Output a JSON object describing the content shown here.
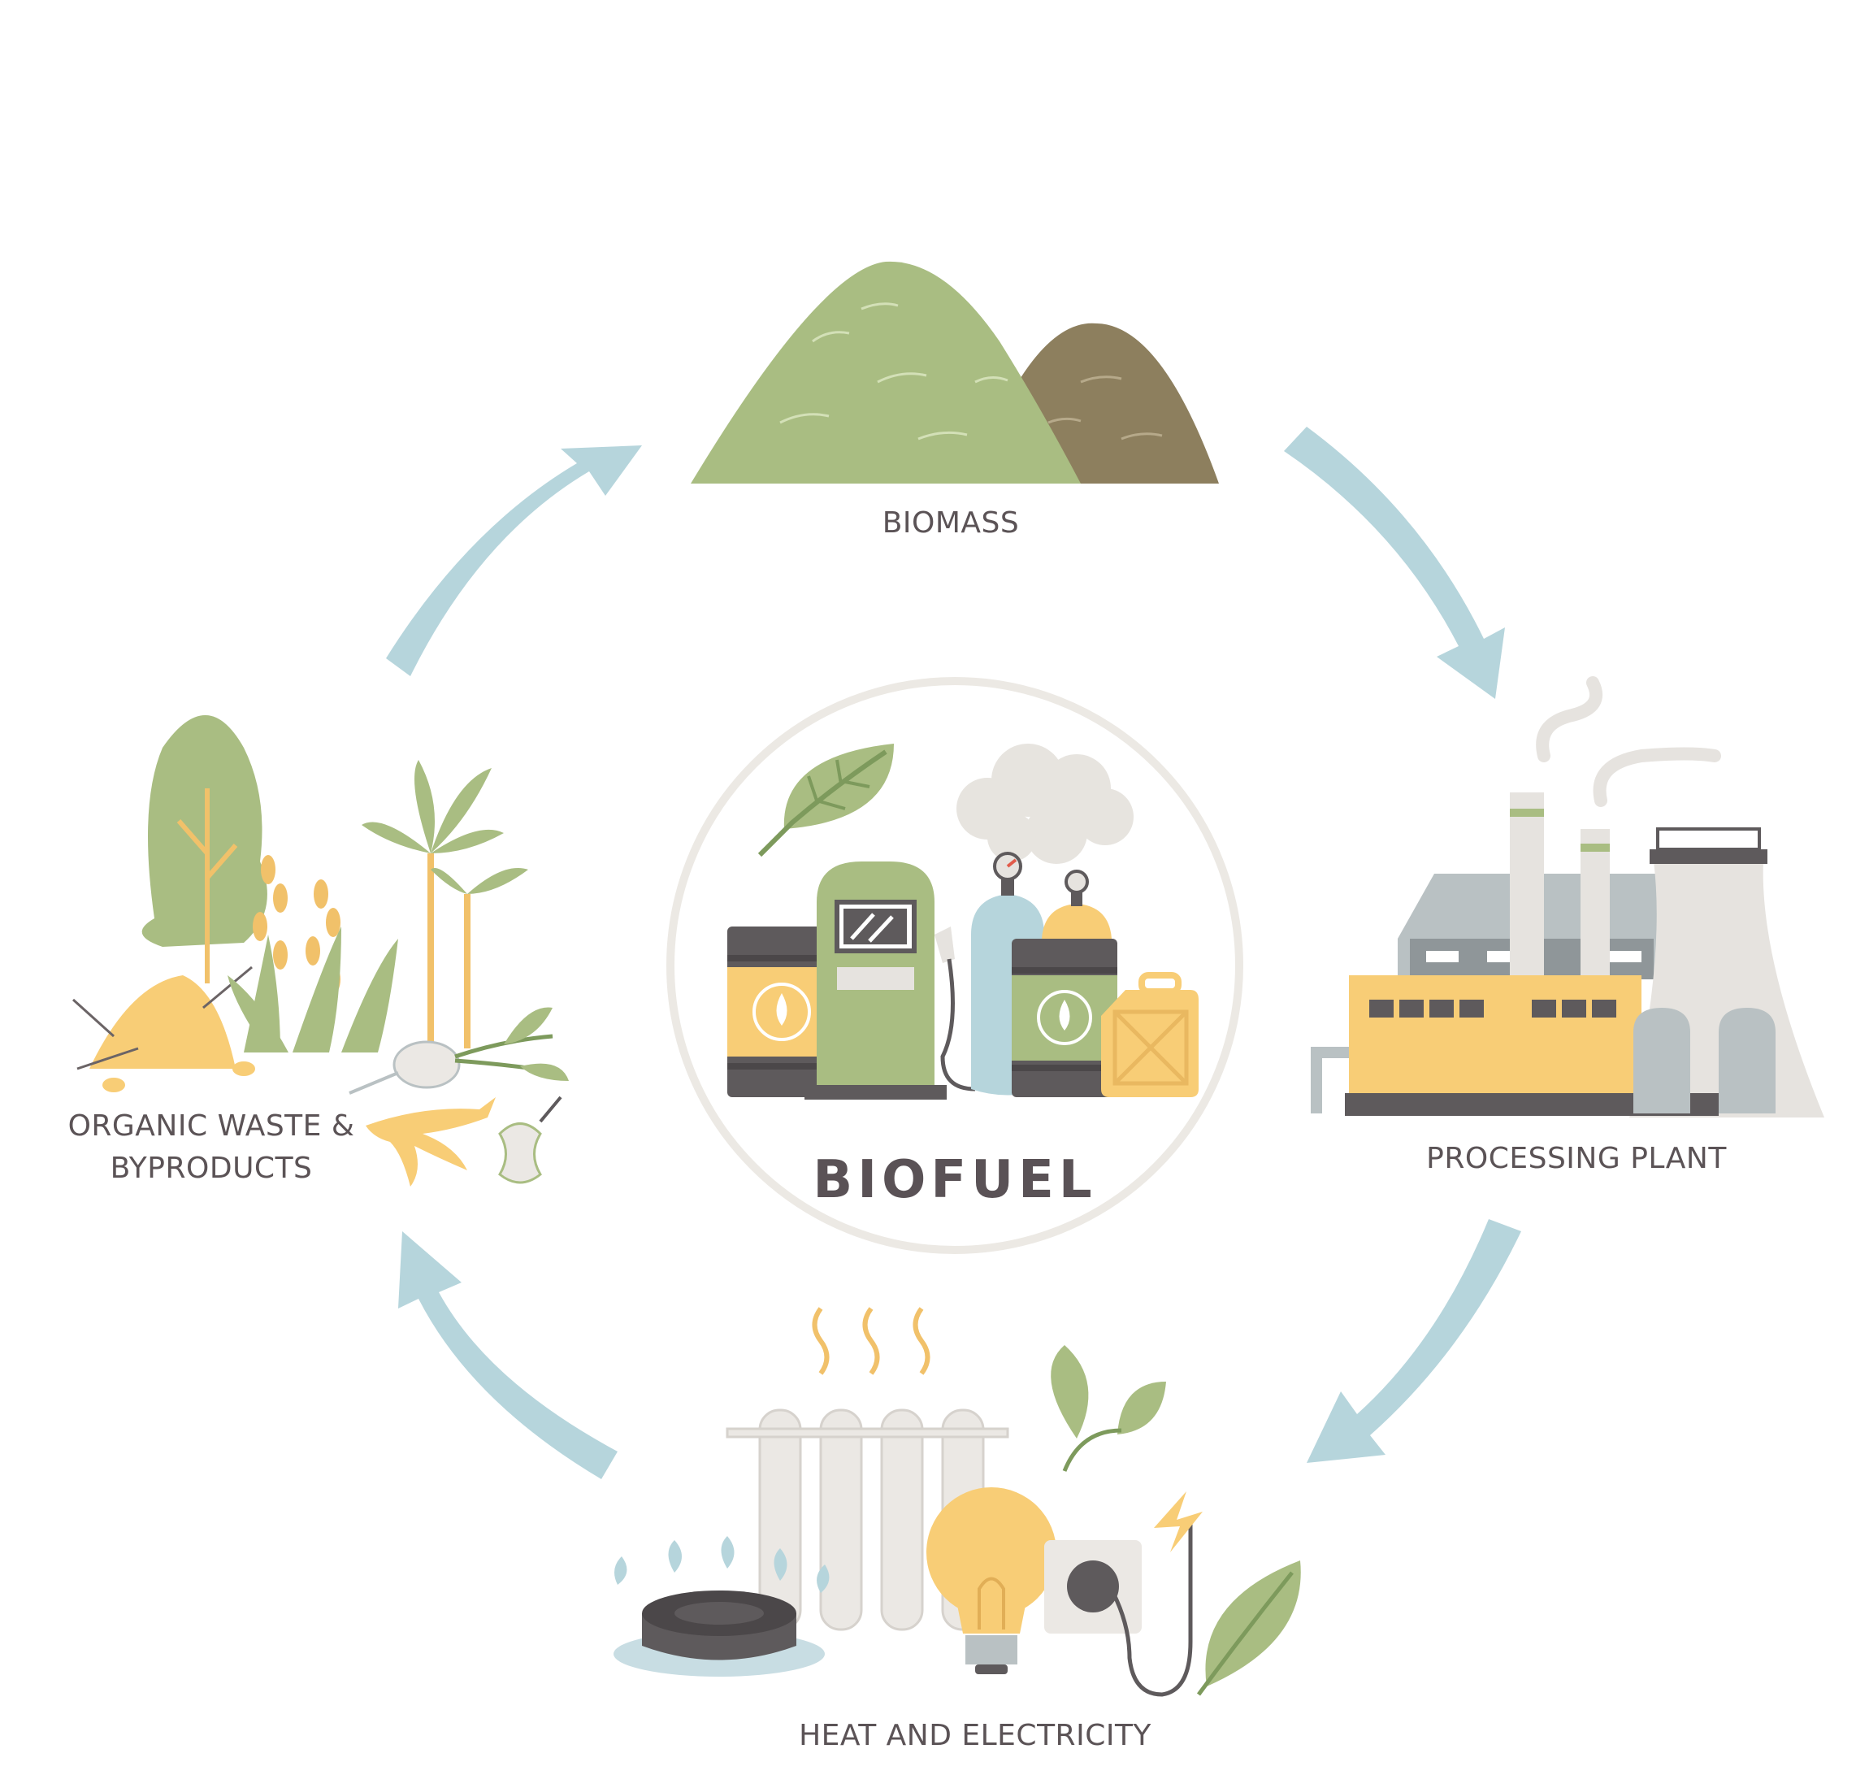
{
  "center": {
    "title": "BIOFUEL"
  },
  "stages": {
    "biomass": "BIOMASS",
    "processing": "PROCESSING PLANT",
    "heat": "HEAT AND ELECTRICITY",
    "waste_line1": "ORGANIC WASTE &",
    "waste_line2": "BYPRODUCTS"
  },
  "colors": {
    "arrow": "#b6d5dc",
    "green": "#a9bd82",
    "dark_green": "#7d9a5c",
    "olive": "#8d7f5e",
    "yellow": "#f8cd76",
    "gray": "#5e5a5c",
    "light_gray": "#e6e3df",
    "circle": "#ece9e4",
    "text": "#5b5356"
  }
}
